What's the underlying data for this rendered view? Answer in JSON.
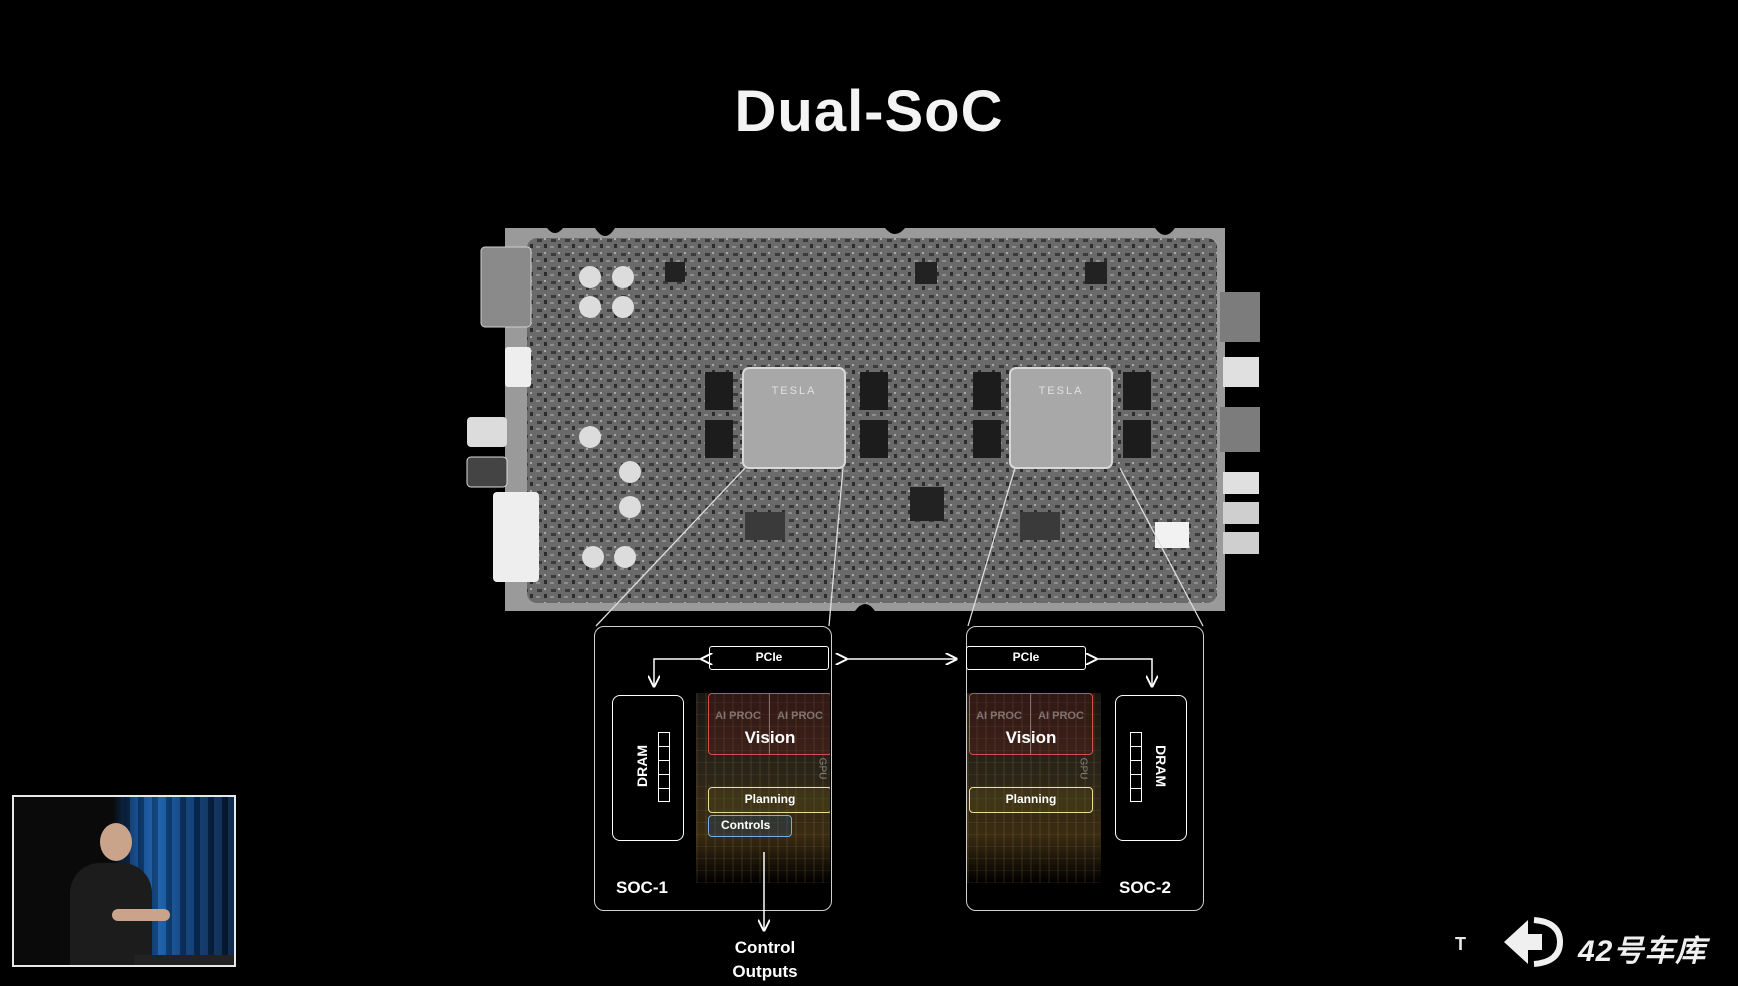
{
  "slide": {
    "title": "Dual-SoC"
  },
  "soc1": {
    "pcie_label": "PCIe",
    "dram_label": "DRAM",
    "ai_proc_left": "AI PROC",
    "ai_proc_right": "AI PROC",
    "vision_label": "Vision",
    "gpu_label": "GPU",
    "planning_label": "Planning",
    "controls_label": "Controls",
    "name": "SOC-1"
  },
  "soc2": {
    "pcie_label": "PCIe",
    "dram_label": "DRAM",
    "ai_proc_left": "AI PROC",
    "ai_proc_right": "AI PROC",
    "vision_label": "Vision",
    "gpu_label": "GPU",
    "planning_label": "Planning",
    "name": "SOC-2"
  },
  "outputs": {
    "line1": "Control",
    "line2": "Outputs"
  },
  "chips": {
    "brand": "TESLA"
  },
  "logos": {
    "t_mark": "T",
    "brand_text": "42号车库"
  },
  "colors": {
    "background": "#000000",
    "vision_border": "#d05050",
    "planning_border": "#e8e090",
    "controls_border": "#6fb0e8"
  }
}
